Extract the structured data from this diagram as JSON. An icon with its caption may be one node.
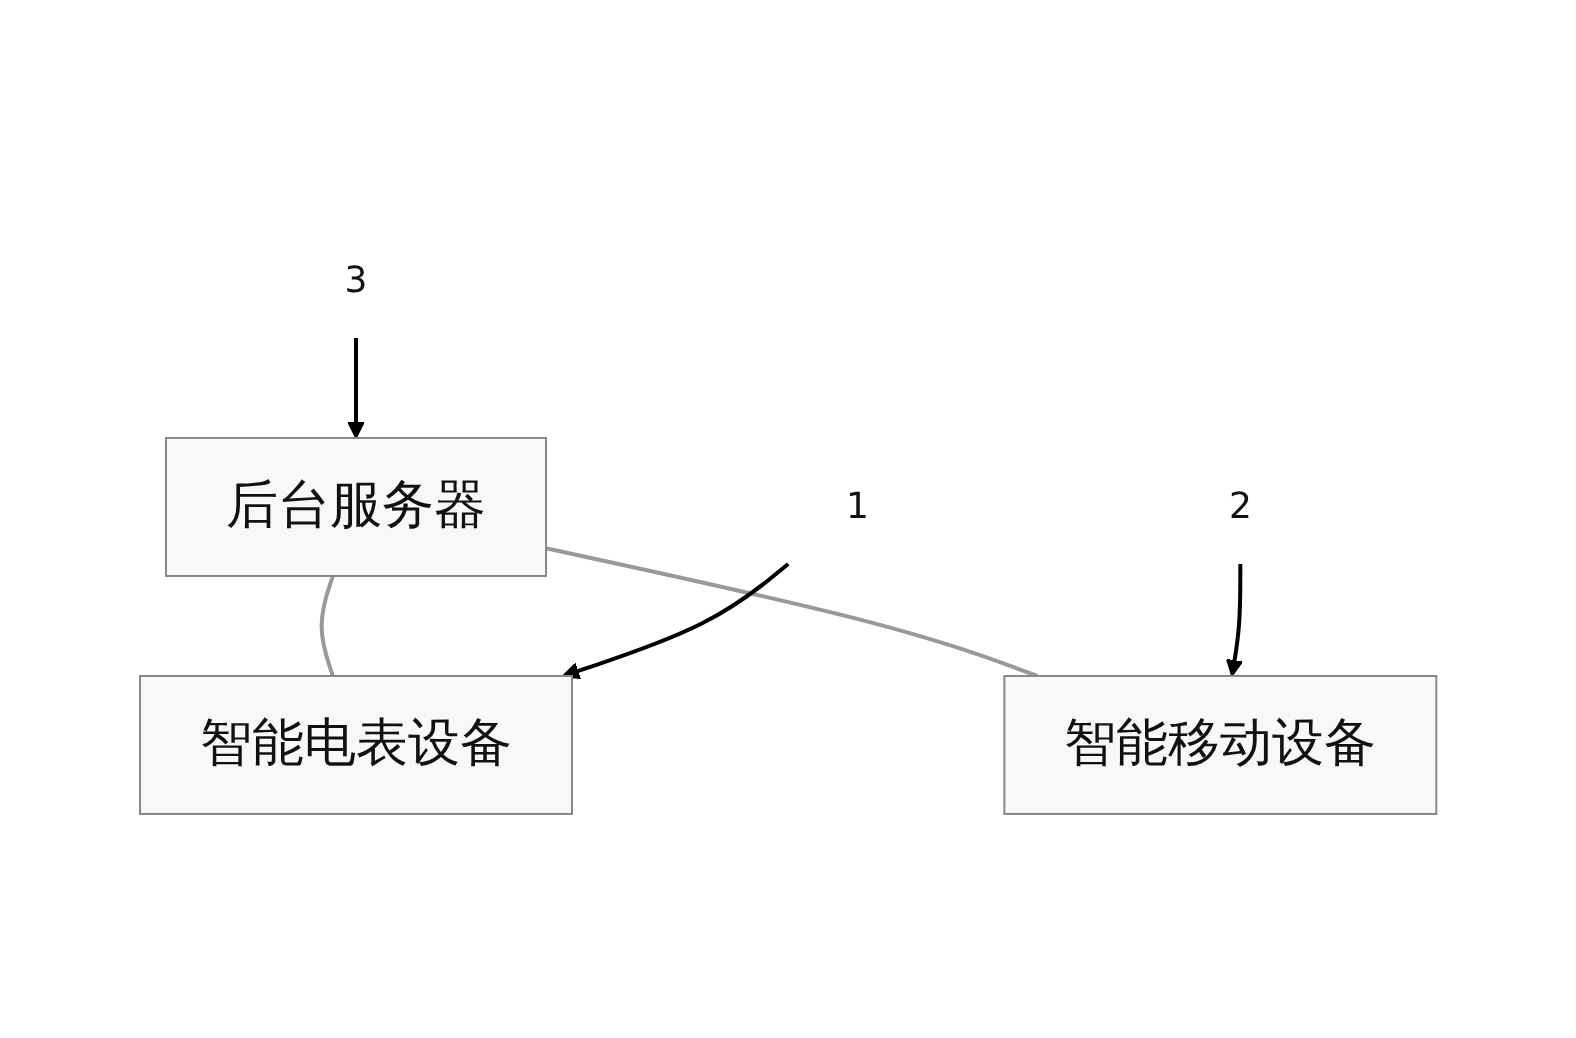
{
  "diagram": {
    "nodes": [
      {
        "text": [
          "3"
        ]
      },
      {
        "text": [
          "后台服务器"
        ]
      },
      {
        "text": [
          "1"
        ]
      },
      {
        "text": [
          "2"
        ]
      },
      {
        "text": [
          "智能电表设备"
        ]
      },
      {
        "text": [
          "智能移动设备"
        ]
      }
    ],
    "edges": [
      {
        "from": 1,
        "to": 4,
        "arrow": "none",
        "color": "#999999"
      },
      {
        "from": 1,
        "to": 5,
        "arrow": "none",
        "color": "#999999"
      },
      {
        "from": 0,
        "to": 1,
        "arrow": "to"
      },
      {
        "from": 2,
        "to": 4,
        "arrow": "to"
      },
      {
        "from": 3,
        "to": 5,
        "arrow": "to"
      }
    ]
  }
}
